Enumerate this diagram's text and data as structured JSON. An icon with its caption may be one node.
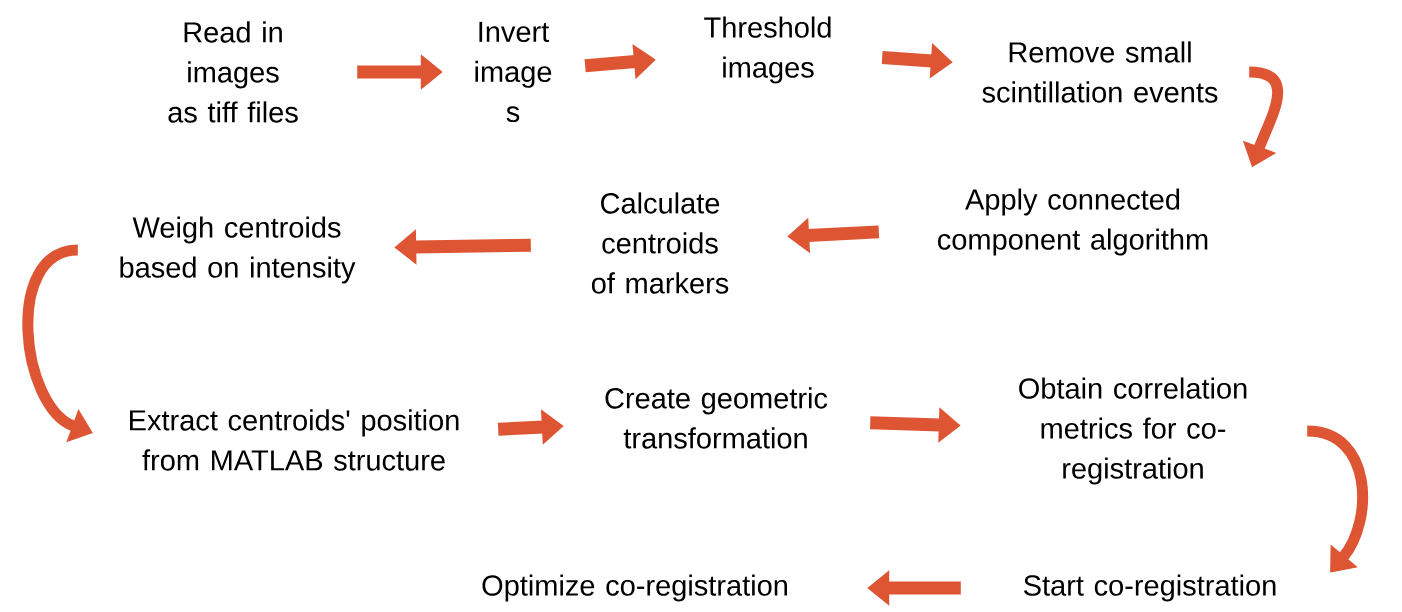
{
  "diagram": {
    "nodes": [
      {
        "text": [
          "Read in images as tiff files"
        ]
      },
      {
        "text": [
          "Invert image s"
        ]
      },
      {
        "text": [
          "Threshold images"
        ]
      },
      {
        "text": [
          "Remove small scintillation events"
        ]
      },
      {
        "text": [
          "Apply connected component algorithm"
        ]
      },
      {
        "text": [
          "Calculate centroids of markers"
        ]
      },
      {
        "text": [
          "Weigh centroids based on intensity"
        ]
      },
      {
        "text": [
          "Extract centroids' position from MATLAB structure"
        ]
      },
      {
        "text": [
          "Create geometric transformation"
        ]
      },
      {
        "text": [
          "Obtain correlation metrics for co-registration"
        ]
      },
      {
        "text": [
          "Start co-registration"
        ]
      },
      {
        "text": [
          "Optimize co-registration"
        ]
      }
    ],
    "edges": [
      {
        "from": 0,
        "to": 1,
        "arrow": "to"
      },
      {
        "from": 1,
        "to": 2,
        "arrow": "to"
      },
      {
        "from": 2,
        "to": 3,
        "arrow": "to"
      },
      {
        "from": 3,
        "to": 4,
        "arrow": "to"
      },
      {
        "from": 4,
        "to": 5,
        "arrow": "to"
      },
      {
        "from": 5,
        "to": 6,
        "arrow": "to"
      },
      {
        "from": 6,
        "to": 7,
        "arrow": "to"
      },
      {
        "from": 7,
        "to": 8,
        "arrow": "to"
      },
      {
        "from": 8,
        "to": 9,
        "arrow": "to"
      },
      {
        "from": 9,
        "to": 10,
        "arrow": "to"
      },
      {
        "from": 10,
        "to": 11,
        "arrow": "to"
      }
    ]
  }
}
